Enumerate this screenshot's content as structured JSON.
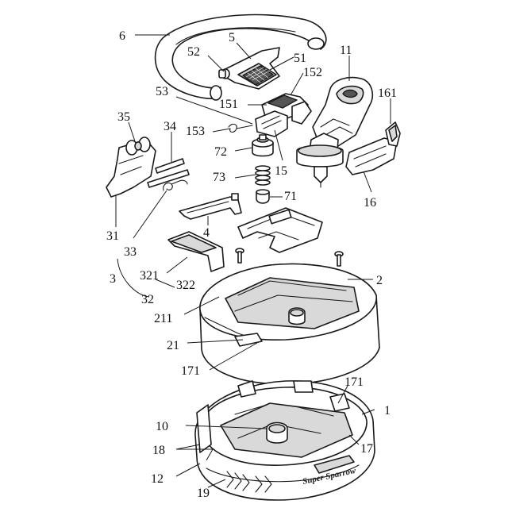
{
  "labels": {
    "l6": "6",
    "l5": "5",
    "l52": "52",
    "l51": "51",
    "l11": "11",
    "l152": "152",
    "l53": "53",
    "l151": "151",
    "l161": "161",
    "l35": "35",
    "l34": "34",
    "l153": "153",
    "l72": "72",
    "l15": "15",
    "l73": "73",
    "l71": "71",
    "l16": "16",
    "l31": "31",
    "l4": "4",
    "l33": "33",
    "l3": "3",
    "l321": "321",
    "l322": "322",
    "l32": "32",
    "l2": "2",
    "l211": "211",
    "l21": "21",
    "l171a": "171",
    "l171b": "171",
    "l1": "1",
    "l10": "10",
    "l18": "18",
    "l17": "17",
    "l12": "12",
    "l19": "19"
  },
  "brand_text": "Super Sparrow"
}
